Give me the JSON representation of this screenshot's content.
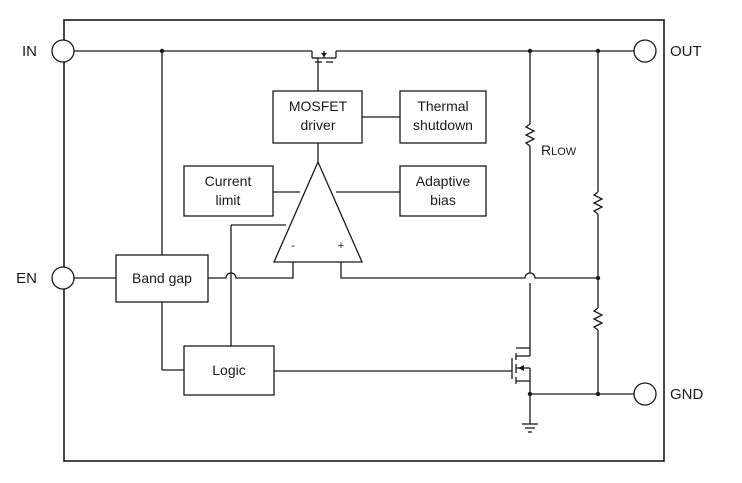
{
  "pins": {
    "in": "IN",
    "out": "OUT",
    "en": "EN",
    "gnd": "GND"
  },
  "blocks": {
    "mosfet_driver": [
      "MOSFET",
      "driver"
    ],
    "thermal_shutdown": [
      "Thermal",
      "shutdown"
    ],
    "current_limit": [
      "Current",
      "limit"
    ],
    "adaptive_bias": [
      "Adaptive",
      "bias"
    ],
    "band_gap": "Band gap",
    "logic": "Logic"
  },
  "amplifier": {
    "minus": "-",
    "plus": "+"
  },
  "resistor": {
    "r_low_main": "R",
    "r_low_sub": "LOW"
  }
}
